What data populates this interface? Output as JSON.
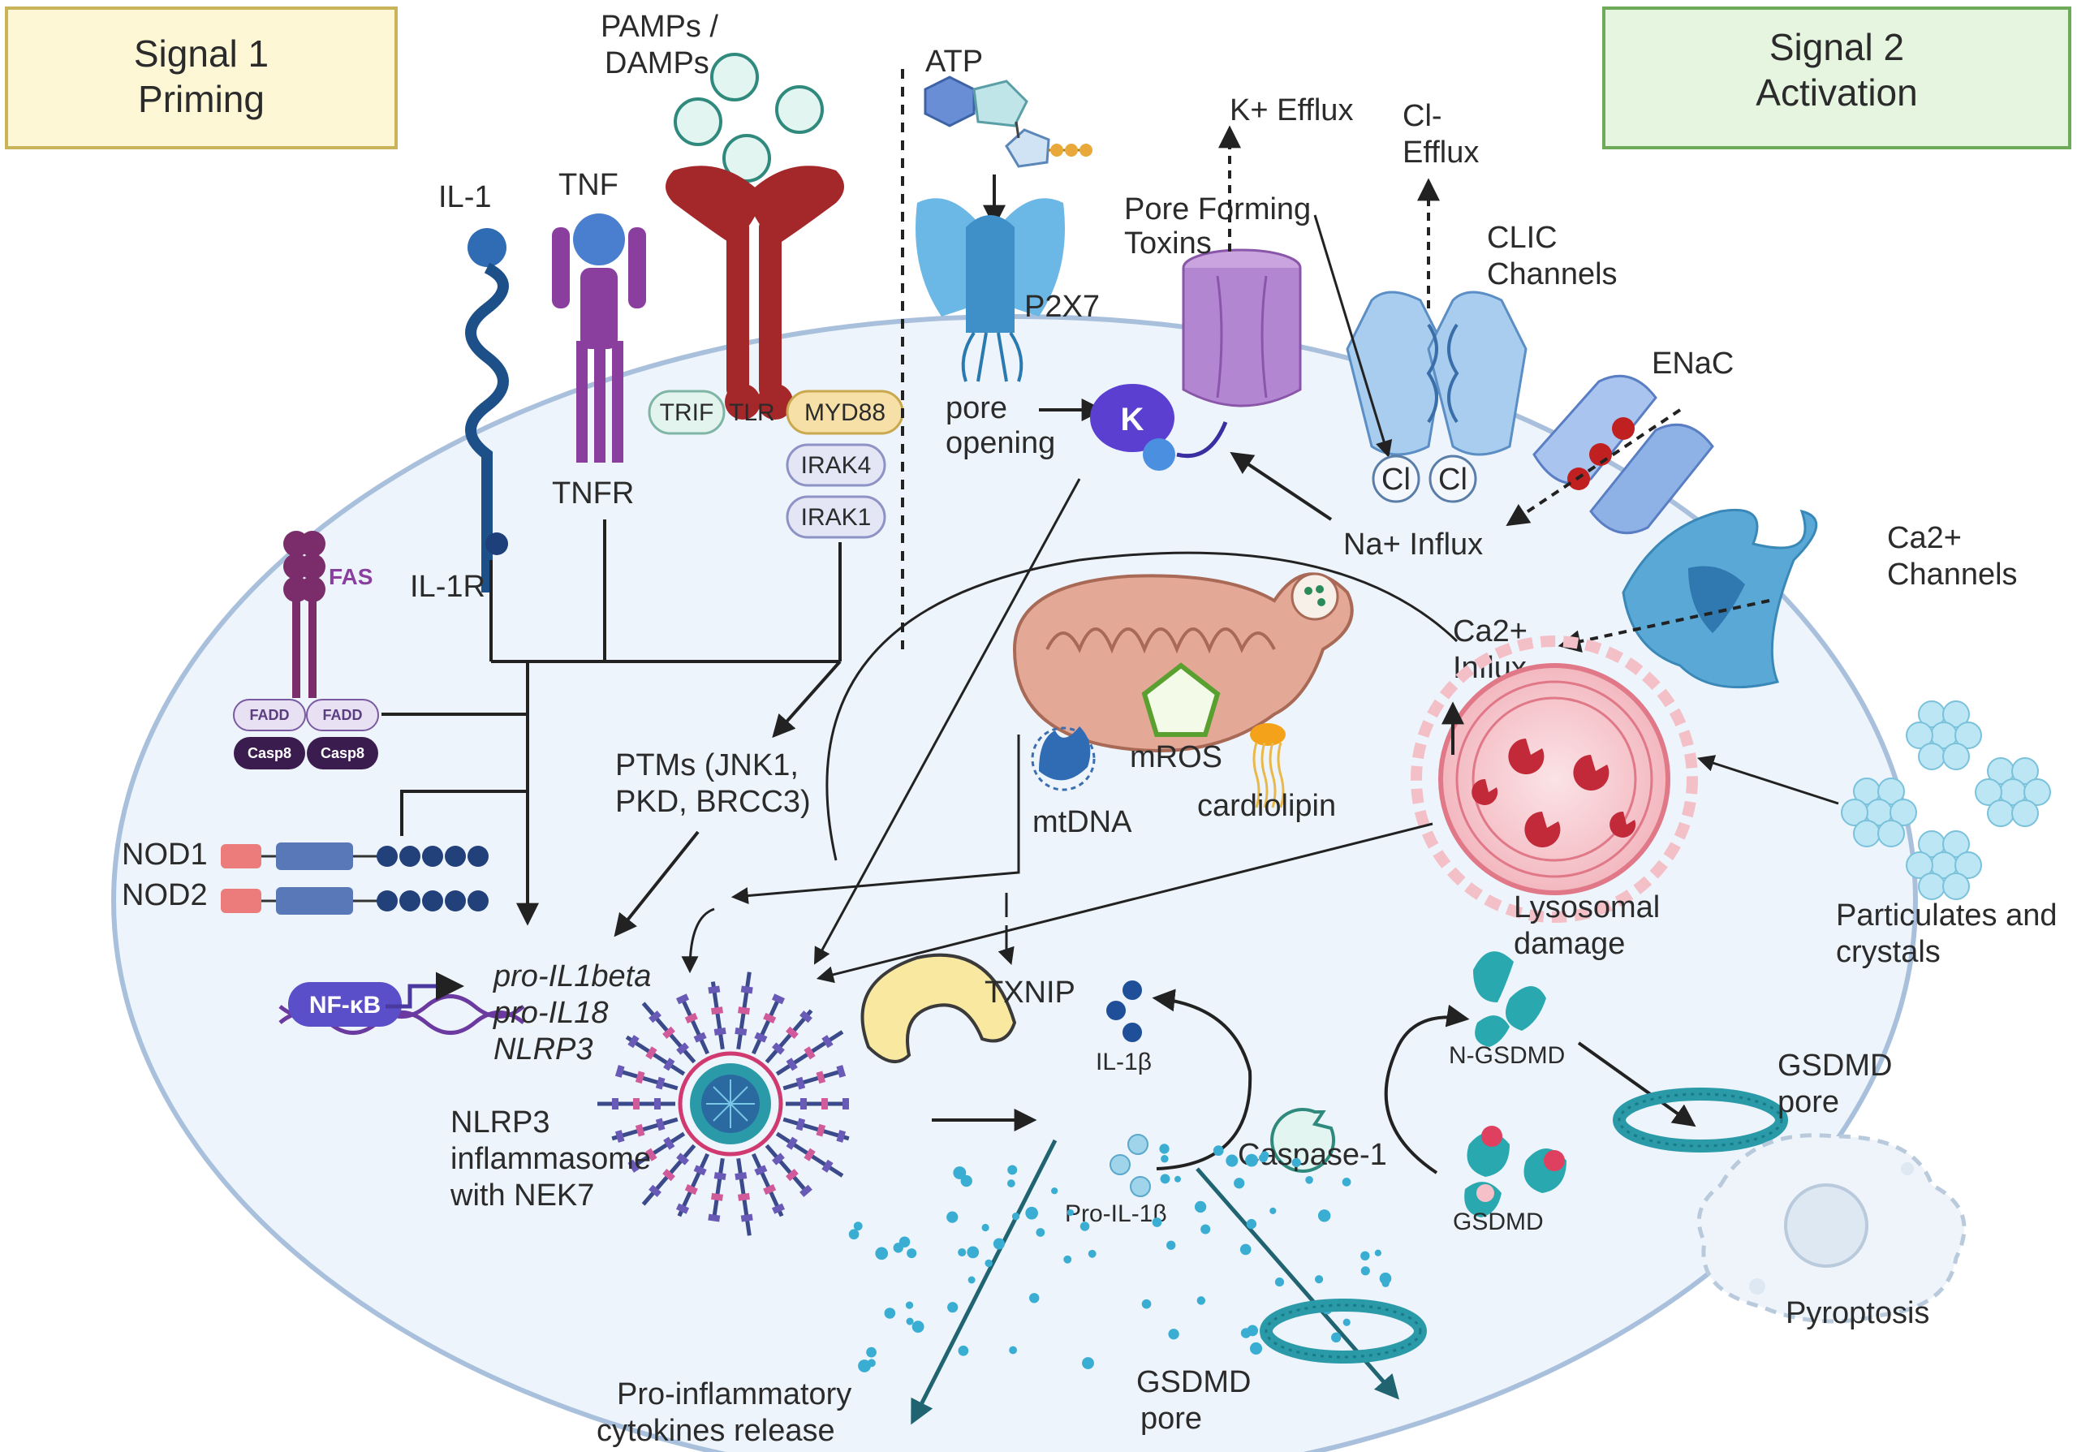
{
  "signal1": {
    "line1": "Signal 1",
    "line2": "Priming"
  },
  "signal2": {
    "line1": "Signal 2",
    "line2": "Activation"
  },
  "labels": {
    "pamps_line1": "PAMPs /",
    "pamps_line2": "DAMPs",
    "atp": "ATP",
    "k_efflux": "K+ Efflux",
    "cl_efflux_line1": "Cl-",
    "cl_efflux_line2": "Efflux",
    "pore_toxins_line1": "Pore Forming",
    "pore_toxins_line2": "Toxins",
    "clic_line1": "CLIC",
    "clic_line2": "Channels",
    "il1": "IL-1",
    "tnf": "TNF",
    "p2x7": "P2X7",
    "trif": "TRIF",
    "tlr": "TLR",
    "myd88": "MYD88",
    "irak4": "IRAK4",
    "irak1": "IRAK1",
    "pore_opening_line1": "pore",
    "pore_opening_line2": "opening",
    "k": "K",
    "cl": "Cl",
    "enac": "ENaC",
    "tnfr": "TNFR",
    "na_influx": "Na+ Influx",
    "ca_channels_line1": "Ca2+",
    "ca_channels_line2": "Channels",
    "fas": "FAS",
    "il1r": "IL-1R",
    "ca_influx_line1": "Ca2+",
    "ca_influx_line2": "Influx",
    "fadd": "FADD",
    "casp8": "Casp8",
    "ptms_line1": "PTMs (JNK1,",
    "ptms_line2": "PKD, BRCC3)",
    "mros": "mROS",
    "mtdna": "mtDNA",
    "cardiolipin": "cardiolipin",
    "nod1": "NOD1",
    "nod2": "NOD2",
    "lysosomal_line1": "Lysosomal",
    "lysosomal_line2": "damage",
    "particulates_line1": "Particulates and",
    "particulates_line2": "crystals",
    "nfkb": "NF-κB",
    "pro_il1beta": "pro-IL1beta",
    "pro_il18": "pro-IL18",
    "nlrp3_gene": "NLRP3",
    "txnip": "TXNIP",
    "il1b": "IL-1β",
    "n_gsdmd": "N-GSDMD",
    "gsdmd_pore_right_line1": "GSDMD",
    "gsdmd_pore_right_line2": "pore",
    "nlrp3_line1": "NLRP3",
    "nlrp3_line2": "inflammasome",
    "nlrp3_line3": "with NEK7",
    "caspase1": "Caspase-1",
    "pro_il1b": "Pro-IL-1β",
    "gsdmd": "GSDMD",
    "pyroptosis": "Pyroptosis",
    "cytokines_line1": "Pro-inflammatory",
    "cytokines_line2": "cytokines release",
    "gsdmd_pore_bottom_line1": "GSDMD",
    "gsdmd_pore_bottom_line2": "pore"
  },
  "colors": {
    "cell_fill": "#eef4fb",
    "cell_stroke": "#9fb8d6",
    "signal1_fill": "#fdf7d6",
    "signal1_stroke": "#c9b45a",
    "signal2_fill": "#e6f5e0",
    "signal2_stroke": "#6eab58",
    "tlr_red": "#a4282a",
    "teal": "#2a9aa8",
    "purple": "#8a3f9f"
  }
}
